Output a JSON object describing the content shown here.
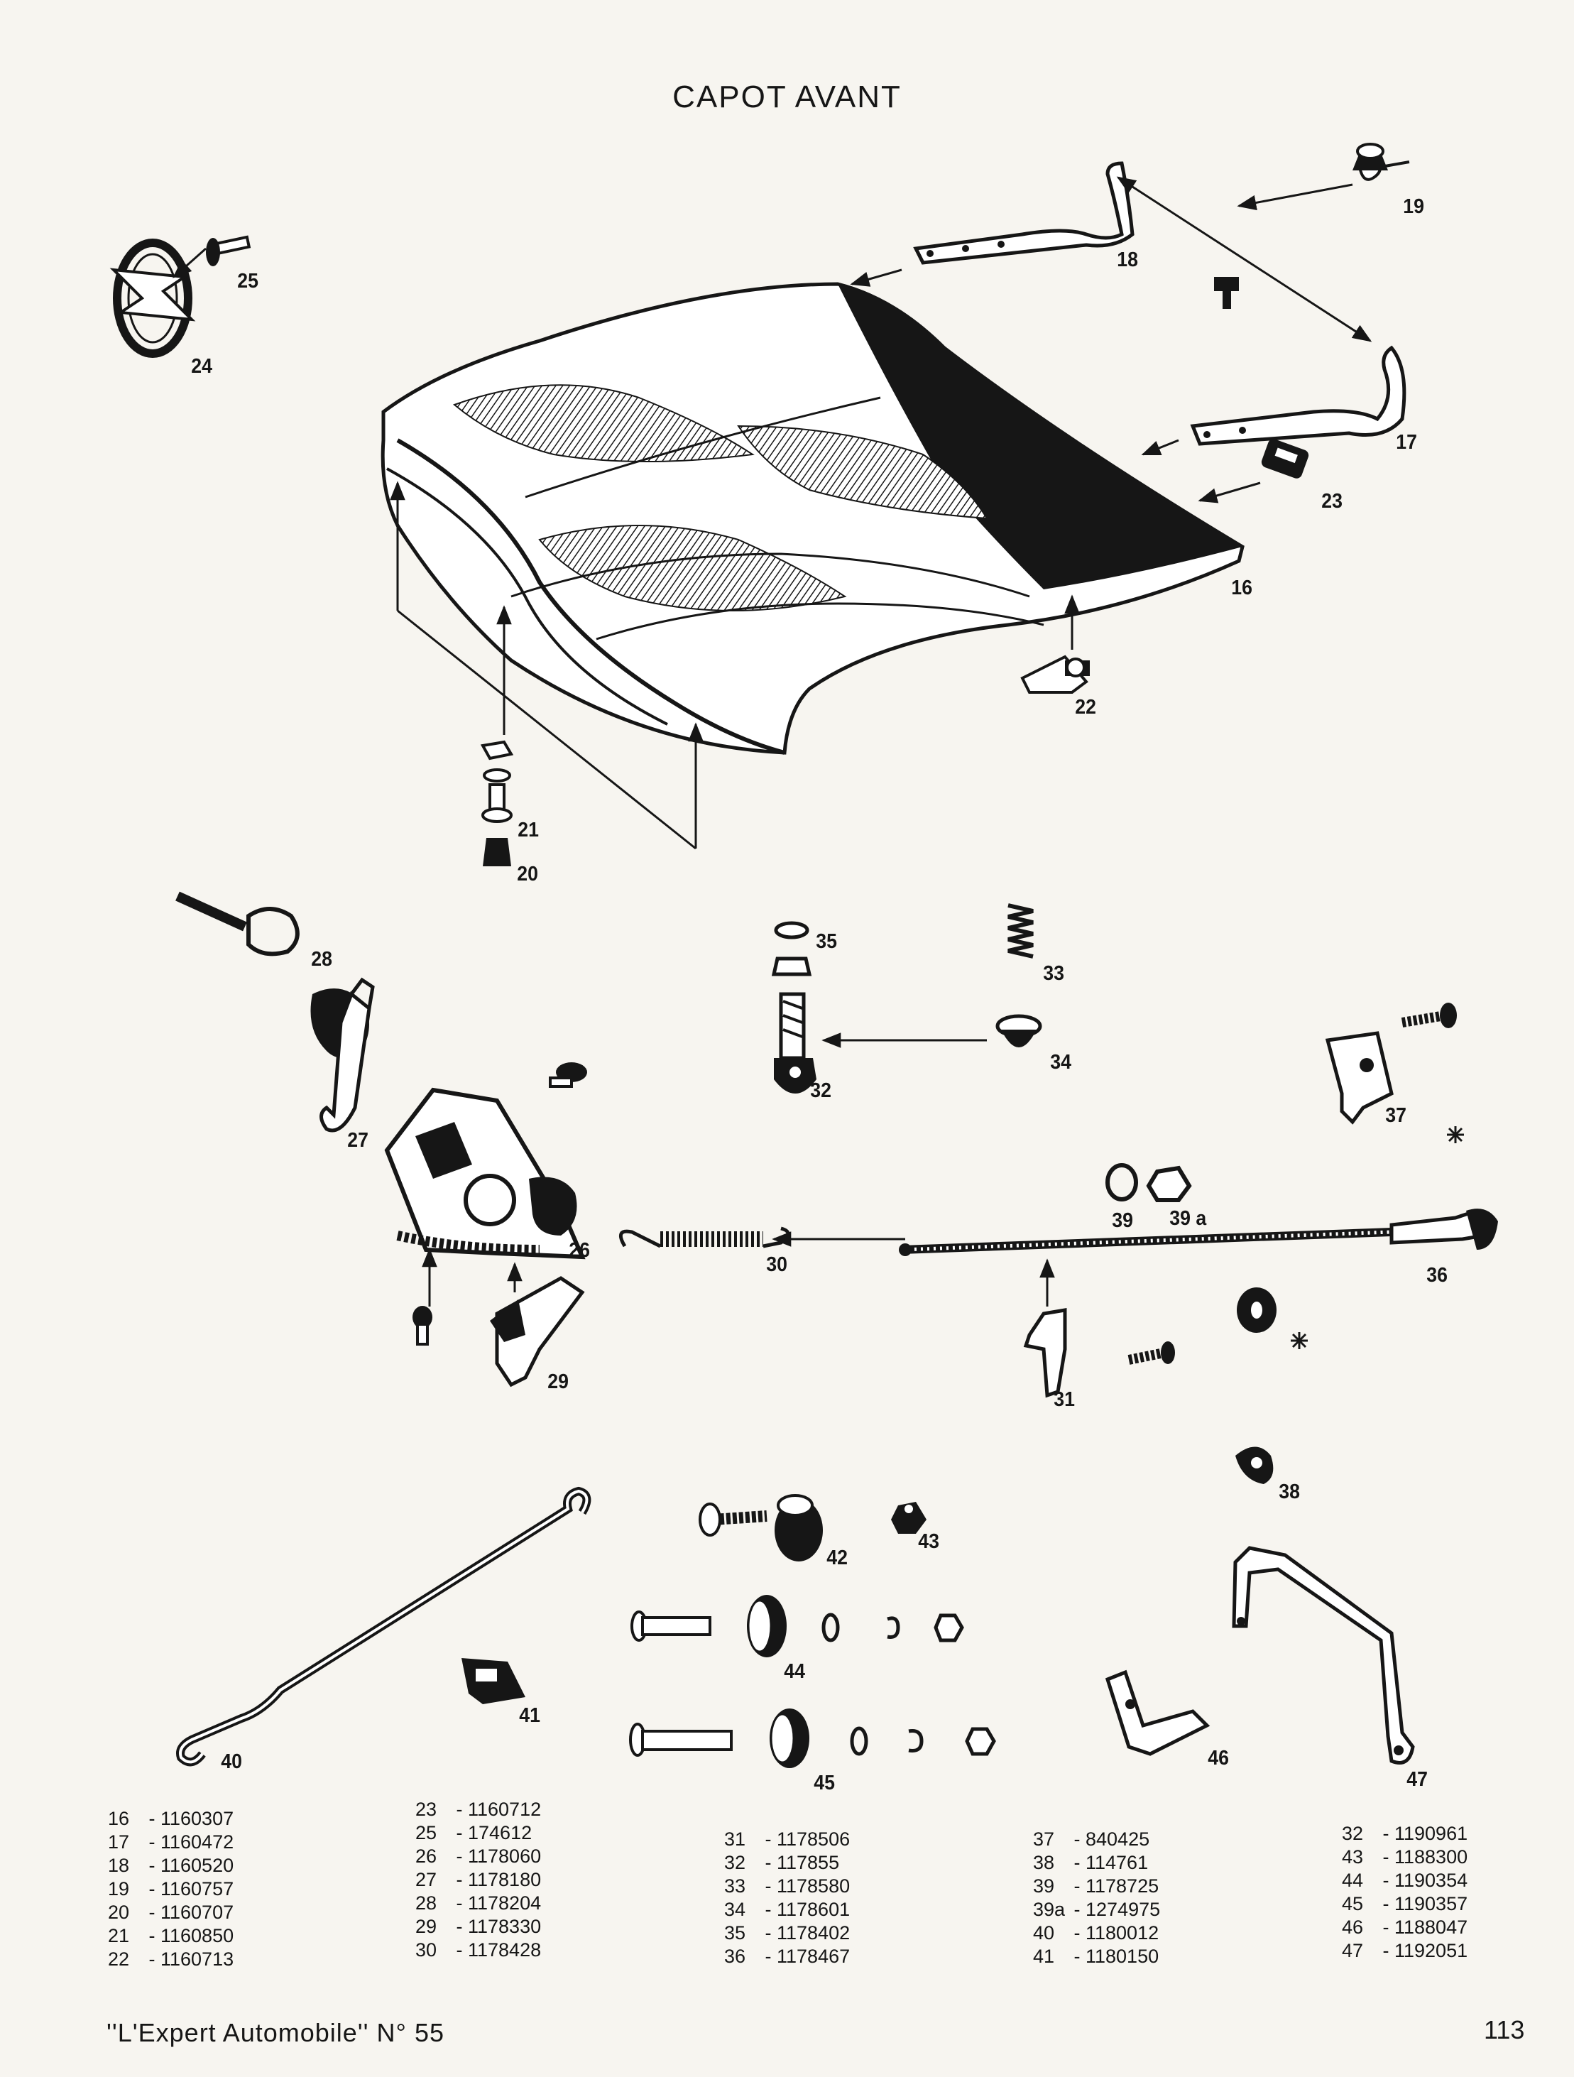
{
  "title": "CAPOT AVANT",
  "callouts": {
    "c16": "16",
    "c17": "17",
    "c18": "18",
    "c19": "19",
    "c20": "20",
    "c21": "21",
    "c22": "22",
    "c23": "23",
    "c24": "24",
    "c25": "25",
    "c26": "26",
    "c27": "27",
    "c28": "28",
    "c29": "29",
    "c30": "30",
    "c31": "31",
    "c32": "32",
    "c33": "33",
    "c34": "34",
    "c35": "35",
    "c36": "36",
    "c37": "37",
    "c38": "38",
    "c39": "39",
    "c39a": "39 a",
    "c40": "40",
    "c41": "41",
    "c42": "42",
    "c43": "43",
    "c44": "44",
    "c45": "45",
    "c46": "46",
    "c47": "47"
  },
  "parts_table": {
    "col1": [
      {
        "ref": "16",
        "num": "1160307"
      },
      {
        "ref": "17",
        "num": "1160472"
      },
      {
        "ref": "18",
        "num": "1160520"
      },
      {
        "ref": "19",
        "num": "1160757"
      },
      {
        "ref": "20",
        "num": "1160707"
      },
      {
        "ref": "21",
        "num": "1160850"
      },
      {
        "ref": "22",
        "num": "1160713"
      }
    ],
    "col2": [
      {
        "ref": "23",
        "num": "1160712"
      },
      {
        "ref": "25",
        "num": "174612"
      },
      {
        "ref": "26",
        "num": "1178060"
      },
      {
        "ref": "27",
        "num": "1178180"
      },
      {
        "ref": "28",
        "num": "1178204"
      },
      {
        "ref": "29",
        "num": "1178330"
      },
      {
        "ref": "30",
        "num": "1178428"
      }
    ],
    "col3": [
      {
        "ref": "31",
        "num": "1178506"
      },
      {
        "ref": "32",
        "num": "117855"
      },
      {
        "ref": "33",
        "num": "1178580"
      },
      {
        "ref": "34",
        "num": "1178601"
      },
      {
        "ref": "35",
        "num": "1178402"
      },
      {
        "ref": "36",
        "num": "1178467"
      }
    ],
    "col4": [
      {
        "ref": "37",
        "num": "840425"
      },
      {
        "ref": "38",
        "num": "114761"
      },
      {
        "ref": "39",
        "num": "1178725"
      },
      {
        "ref": "39a",
        "num": "1274975"
      },
      {
        "ref": "40",
        "num": "1180012"
      },
      {
        "ref": "41",
        "num": "1180150"
      }
    ],
    "col5": [
      {
        "ref": "32",
        "num": "1190961"
      },
      {
        "ref": "43",
        "num": "1188300"
      },
      {
        "ref": "44",
        "num": "1190354"
      },
      {
        "ref": "45",
        "num": "1190357"
      },
      {
        "ref": "46",
        "num": "1188047"
      },
      {
        "ref": "47",
        "num": "1192051"
      }
    ]
  },
  "footer": {
    "publication": "''L'Expert Automobile'' N° 55",
    "page_number": "113"
  }
}
